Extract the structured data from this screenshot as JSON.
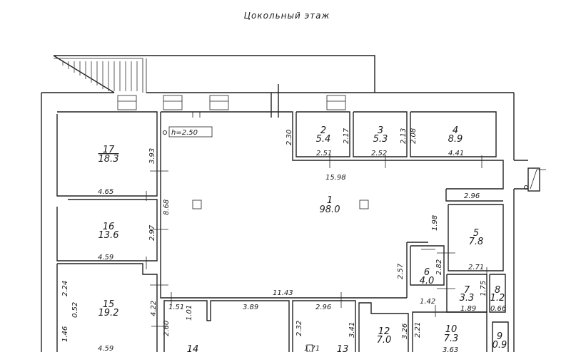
{
  "title": "Цокольный этаж",
  "height_label": "h=2.50",
  "rooms": [
    {
      "id": "r1",
      "number": "1",
      "area": "98.0"
    },
    {
      "id": "r2",
      "number": "2",
      "area": "5.4"
    },
    {
      "id": "r3",
      "number": "3",
      "area": "5.3"
    },
    {
      "id": "r4",
      "number": "4",
      "area": "8.9"
    },
    {
      "id": "r5",
      "number": "5",
      "area": "7.8"
    },
    {
      "id": "r6",
      "number": "6",
      "area": "4.0"
    },
    {
      "id": "r7",
      "number": "7",
      "area": "3.3"
    },
    {
      "id": "r8",
      "number": "8",
      "area": "1.2"
    },
    {
      "id": "r9",
      "number": "9",
      "area": "0.9"
    },
    {
      "id": "r10",
      "number": "10",
      "area": "7.3"
    },
    {
      "id": "r12",
      "number": "12",
      "area": "7.0"
    },
    {
      "id": "r13",
      "number": "13",
      "area": ""
    },
    {
      "id": "r14",
      "number": "14",
      "area": ""
    },
    {
      "id": "r15",
      "number": "15",
      "area": "19.2"
    },
    {
      "id": "r16",
      "number": "16",
      "area": "13.6"
    },
    {
      "id": "r17",
      "number": "17",
      "area": "18.3"
    }
  ],
  "dimensions": [
    "2.30",
    "2.17",
    "2.13",
    "2.08",
    "2.51",
    "2.52",
    "4.41",
    "15.98",
    "2.96",
    "3.93",
    "4.65",
    "8.68",
    "2.97",
    "4.59",
    "1.98",
    "2.82",
    "2.71",
    "2.57",
    "1.75",
    "1.42",
    "1.89",
    "0.66",
    "11.43",
    "1.51",
    "1.01",
    "3.89",
    "2.96",
    "2.24",
    "0.52",
    "4.22",
    "1.46",
    "2.60",
    "2.32",
    "3.41",
    "3.26",
    "2.21",
    "4.59",
    "1.71",
    "3.63"
  ]
}
